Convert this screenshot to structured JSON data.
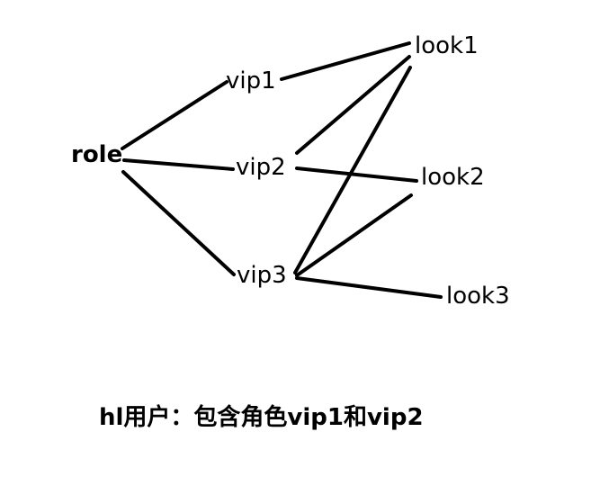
{
  "diagram": {
    "nodes": {
      "role": "role",
      "vip1": "vip1",
      "vip2": "vip2",
      "vip3": "vip3",
      "look1": "look1",
      "look2": "look2",
      "look3": "look3"
    },
    "edges": [
      [
        "role",
        "vip1"
      ],
      [
        "role",
        "vip2"
      ],
      [
        "role",
        "vip3"
      ],
      [
        "vip1",
        "look1"
      ],
      [
        "vip2",
        "look1"
      ],
      [
        "vip2",
        "look2"
      ],
      [
        "vip3",
        "look1"
      ],
      [
        "vip3",
        "look2"
      ],
      [
        "vip3",
        "look3"
      ]
    ],
    "caption": "hl用户：包含角色vip1和vip2",
    "colors": {
      "line": "#000000",
      "text": "#000000",
      "background": "#ffffff"
    }
  }
}
